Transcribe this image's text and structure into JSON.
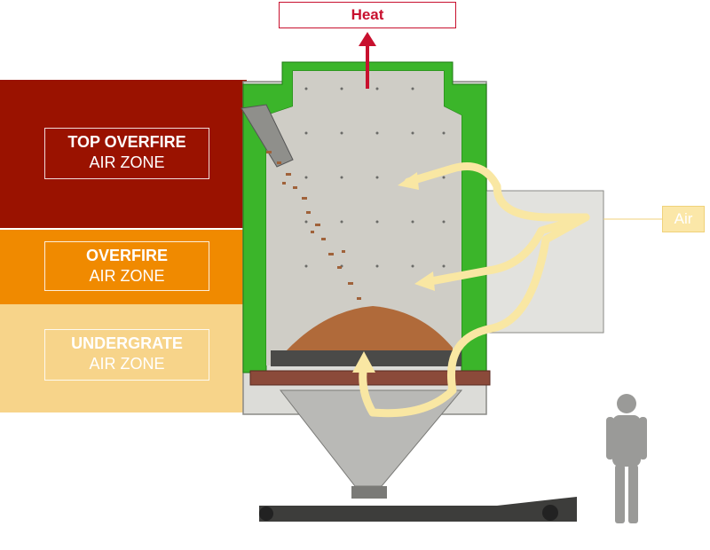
{
  "heat_label": "Heat",
  "air_label": "Air",
  "zones": [
    {
      "line1": "TOP OVERFIRE",
      "line2": "AIR ZONE",
      "color": "#9a1200"
    },
    {
      "line1": "OVERFIRE",
      "line2": "AIR ZONE",
      "color": "#f08a00"
    },
    {
      "line1": "UNDERGRATE",
      "line2": "AIR ZONE",
      "color": "#f7d48a"
    }
  ],
  "colors": {
    "heat": "#c8102e",
    "air_flow": "#f9e7a3",
    "refractory": "#3bb52a",
    "chamber": "#cfcdc6",
    "fuel": "#b06a3a"
  },
  "icons": [
    "heat-arrow-icon",
    "air-flow-arrow-icon",
    "person-silhouette-icon"
  ]
}
